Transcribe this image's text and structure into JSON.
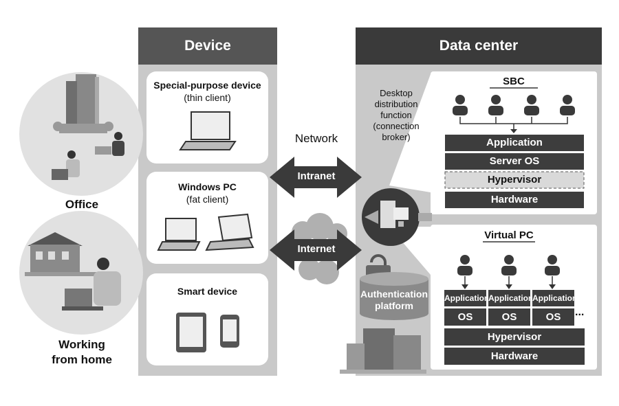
{
  "locations": {
    "office_label": "Office",
    "home_label_line1": "Working",
    "home_label_line2": "from home"
  },
  "device": {
    "header": "Device",
    "special": {
      "title": "Special-purpose device",
      "subtitle": "(thin client)"
    },
    "windows": {
      "title": "Windows PC",
      "subtitle": "(fat client)"
    },
    "smart": {
      "title": "Smart device"
    }
  },
  "network": {
    "label": "Network",
    "intranet": "Intranet",
    "internet": "Internet"
  },
  "datacenter": {
    "header": "Data center",
    "broker": [
      "Desktop",
      "distribution",
      "function",
      "(connection",
      "broker)"
    ],
    "auth": [
      "Authentication",
      "platform"
    ],
    "sbc": {
      "title": "SBC",
      "layers": [
        "Application",
        "Server OS",
        "Hypervisor",
        "Hardware"
      ]
    },
    "vpc": {
      "title": "Virtual PC",
      "app_label": "Application",
      "os_label": "OS",
      "ellipsis": "...",
      "hypervisor": "Hypervisor",
      "hardware": "Hardware"
    }
  },
  "colors": {
    "panel": "#c9c9c9",
    "header_bg": "#555555",
    "dc_header_bg": "#3a3a3a",
    "dark_bar": "#3d3d3d",
    "light_bar": "#d9d9d9"
  }
}
